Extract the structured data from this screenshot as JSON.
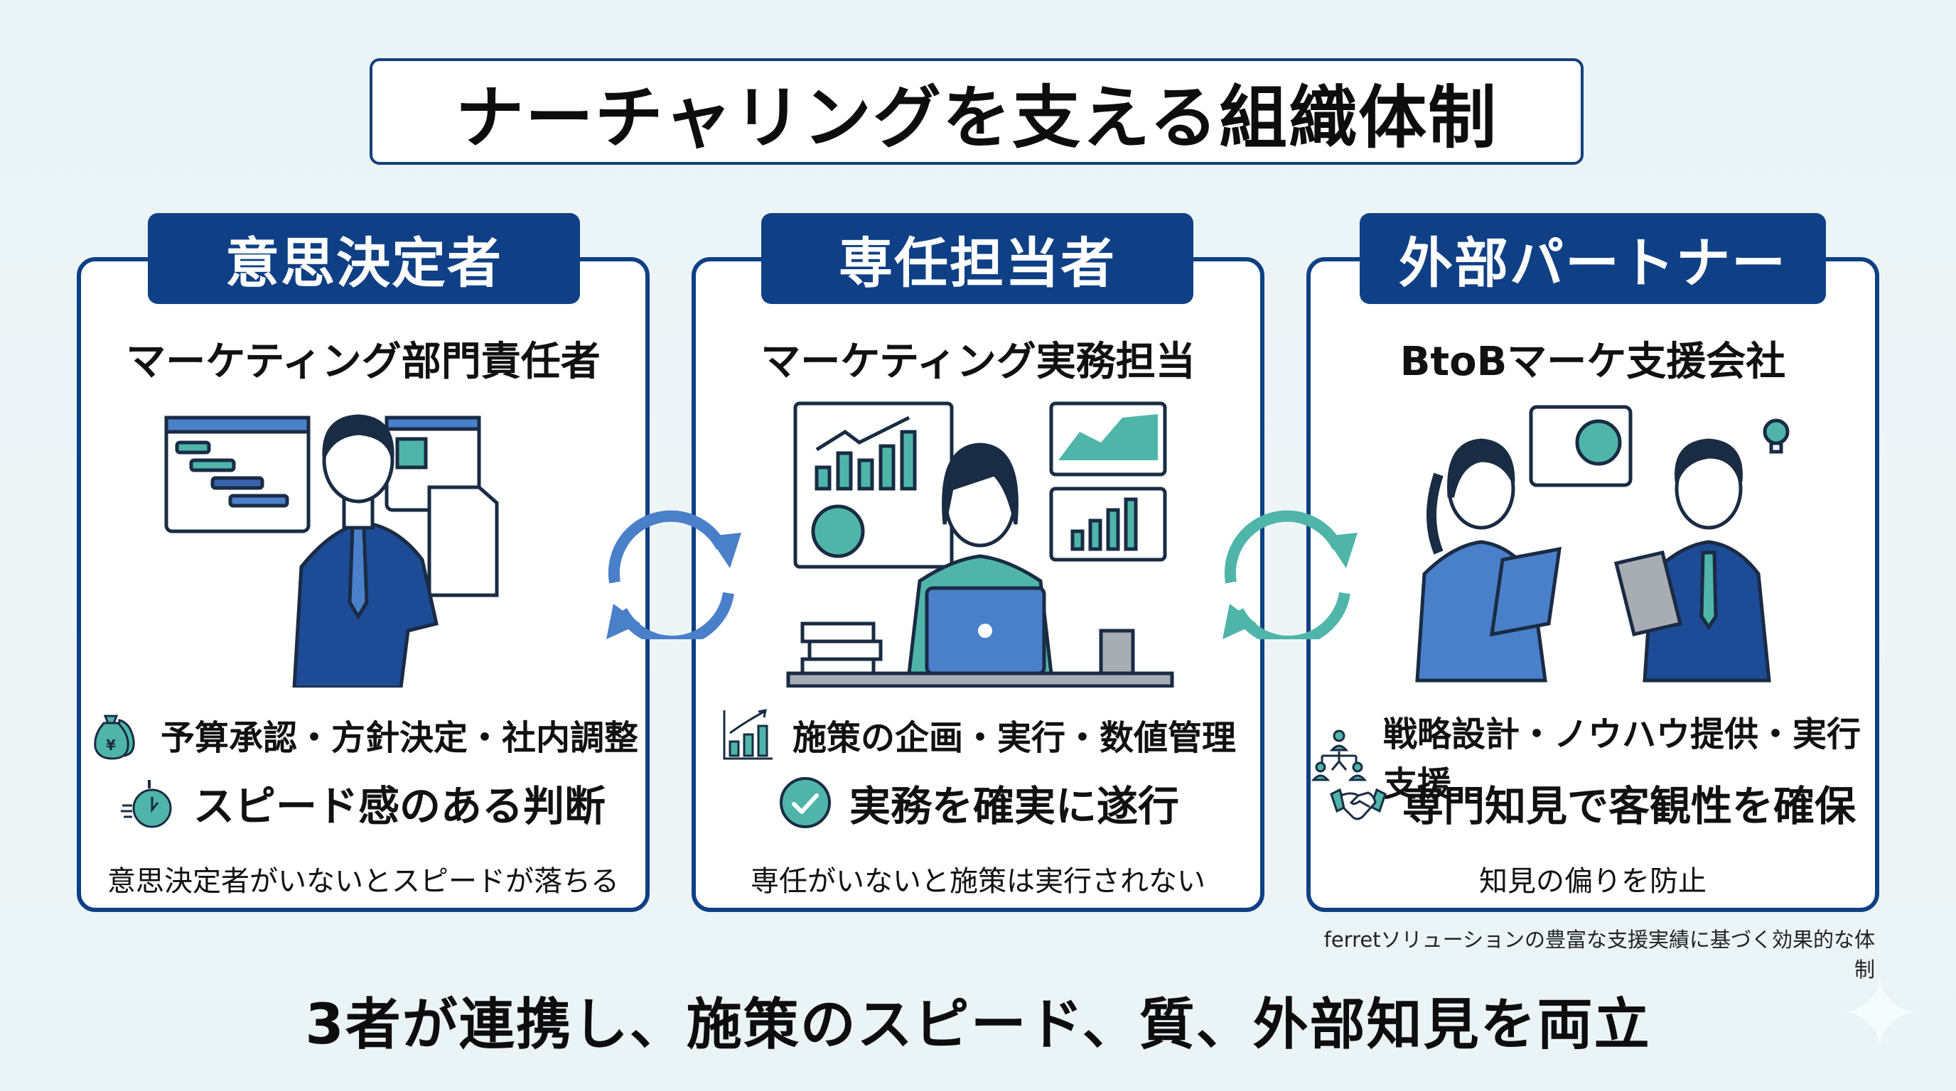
{
  "title": "ナーチャリングを支える組織体制",
  "cards": [
    {
      "role": "意思決定者",
      "subtitle": "マーケティング部門責任者",
      "illustration": "businessman-with-gantt-chart-and-document",
      "items": [
        {
          "icon": "money-bags-yen-icon",
          "text": "予算承認・方針決定・社内調整"
        },
        {
          "icon": "stopwatch-icon",
          "text": "スピード感のある判断"
        }
      ],
      "note": "意思決定者がいないとスピードが落ちる"
    },
    {
      "role": "専任担当者",
      "subtitle": "マーケティング実務担当",
      "illustration": "woman-at-laptop-with-charts",
      "items": [
        {
          "icon": "bar-chart-growth-icon",
          "text": "施策の企画・実行・数値管理"
        },
        {
          "icon": "check-circle-icon",
          "text": "実務を確実に遂行"
        }
      ],
      "note": "専任がいないと施策は実行されない"
    },
    {
      "role": "外部パートナー",
      "subtitle": "BtoBマーケ支援会社",
      "illustration": "two-consultants-with-tablets",
      "items": [
        {
          "icon": "org-hierarchy-icon",
          "text": "戦略設計・ノウハウ提供・実行支援"
        },
        {
          "icon": "handshake-icon",
          "text": "専門知見で客観性を確保"
        }
      ],
      "note": "知見の偏りを防止"
    }
  ],
  "connectors": [
    {
      "icon": "cycle-arrows-icon",
      "color": "#4a7fc9"
    },
    {
      "icon": "cycle-arrows-icon",
      "color": "#4fb5a9"
    }
  ],
  "credit": "ferretソリューションの豊富な支援実績に基づく効果的な体制",
  "conclusion": "3者が連携し、施策のスピード、質、外部知見を両立",
  "colors": {
    "navy": "#0f4085",
    "blue": "#4a7fc9",
    "teal": "#4fb5a9",
    "ink": "#1a2b44",
    "background": "#e9f3f6"
  }
}
